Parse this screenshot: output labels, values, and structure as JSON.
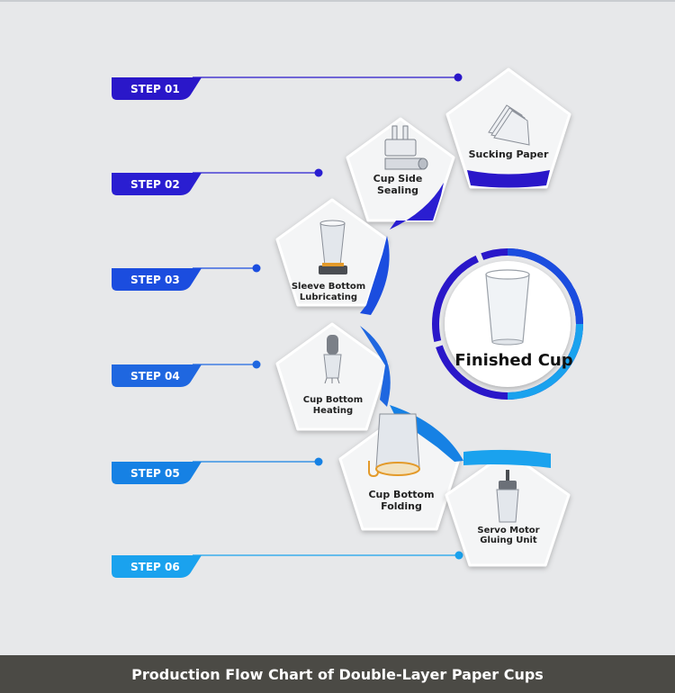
{
  "steps": [
    {
      "label": "STEP 01",
      "color": "#2a17c9"
    },
    {
      "label": "STEP 02",
      "color": "#2a1ed1"
    },
    {
      "label": "STEP 03",
      "color": "#1b4ddf"
    },
    {
      "label": "STEP 04",
      "color": "#1f67e0"
    },
    {
      "label": "STEP 05",
      "color": "#1681e4"
    },
    {
      "label": "STEP 06",
      "color": "#1aa2ee"
    }
  ],
  "stages": [
    {
      "name": "sucking-paper",
      "lines": [
        "Sucking Paper"
      ]
    },
    {
      "name": "cup-side-sealing",
      "lines": [
        "Cup Side",
        "Sealing"
      ]
    },
    {
      "name": "sleeve-bottom-lubricating",
      "lines": [
        "Sleeve Bottom",
        "Lubricating"
      ]
    },
    {
      "name": "cup-bottom-heating",
      "lines": [
        "Cup Bottom",
        "Heating"
      ]
    },
    {
      "name": "cup-bottom-folding",
      "lines": [
        "Cup Bottom",
        "Folding"
      ]
    },
    {
      "name": "servo-motor-gluing-unit",
      "lines": [
        "Servo Motor",
        "Gluing Unit"
      ]
    }
  ],
  "finished": {
    "label": "Finished Cup"
  },
  "footer": {
    "title": "Production Flow Chart of Double-Layer Paper Cups"
  },
  "colors": {
    "background": "#e7e8ea",
    "footer": "#4b4a45",
    "pentagon": "#f4f5f6",
    "accent_dark": "#2a17c9",
    "accent_light": "#1aa2ee"
  }
}
